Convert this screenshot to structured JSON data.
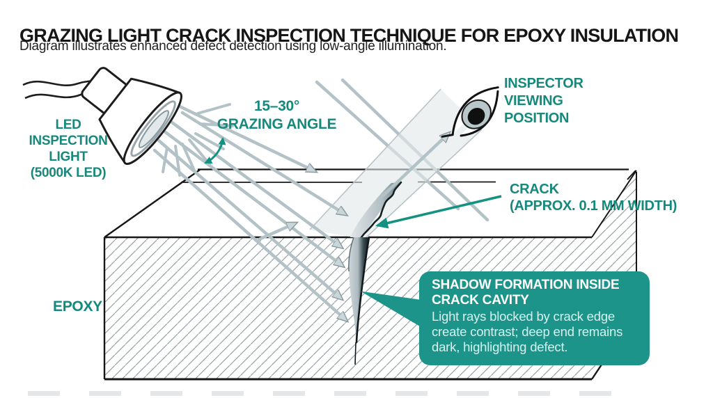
{
  "header": {
    "title": "GRAZING LIGHT CRACK INSPECTION TECHNIQUE FOR EPOXY INSULATION",
    "subtitle": "Diagram illustrates enhanced defect detection using low-angle illumination."
  },
  "labels": {
    "light": {
      "line1": "LED",
      "line2": "INSPECTION",
      "line3": "LIGHT",
      "line4": "(5000K LED)"
    },
    "angle": {
      "line1": "15–30°",
      "line2": "GRAZING ANGLE"
    },
    "inspector": {
      "line1": "INSPECTOR",
      "line2": "VIEWING",
      "line3": "POSITION"
    },
    "crack": {
      "line1": "CRACK",
      "line2": "(APPROX. 0.1 MM WIDTH)"
    },
    "epoxy": "EPOXY"
  },
  "callout": {
    "title_line1": "SHADOW FORMATION INSIDE",
    "title_line2": "CRACK CAVITY",
    "body": "Light rays blocked by crack edge create contrast; deep end remains dark, highlighting defect."
  },
  "colors": {
    "teal_text": "#14897c",
    "teal_arrow": "#149180",
    "callout_bg": "#1d9489",
    "ray": "#b3c2c7",
    "ink": "#161616"
  },
  "icons": {
    "lamp": "led-inspection-lamp",
    "eye": "inspector-eye",
    "crack": "crack-shape"
  }
}
